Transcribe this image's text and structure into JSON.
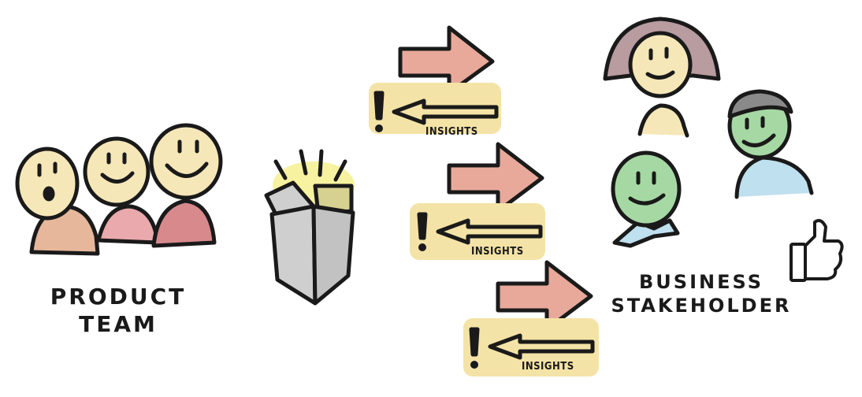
{
  "product_team": {
    "line1": "PRODUCT",
    "line2": "TEAM"
  },
  "business": {
    "line1": "BUSINESS",
    "line2": "STAKEHOLDER"
  },
  "insights": [
    "INSIGHTS",
    "INSIGHTS",
    "INSIGHTS"
  ],
  "colors": {
    "arrow_red": "#e8a99a",
    "highlight_yellow": "#f4e3a6",
    "skin": "#f6e7b8",
    "green_face": "#a6d8a4",
    "blue_shirt": "#bfe0ee",
    "box_gray": "#cfcfcf"
  }
}
